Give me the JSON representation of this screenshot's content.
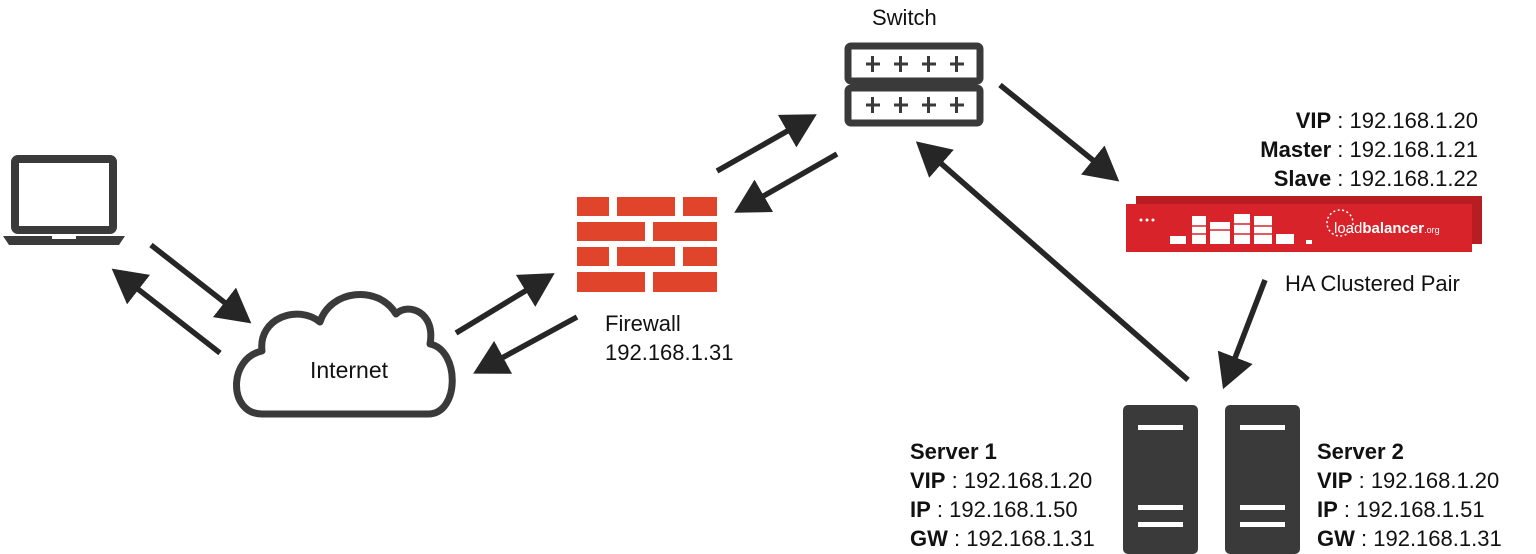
{
  "nodes": {
    "switch": {
      "label": "Switch"
    },
    "internet": {
      "label": "Internet"
    },
    "firewall": {
      "label": "Firewall",
      "ip": "192.168.1.31"
    },
    "load_balancer": {
      "brand_light": "load",
      "brand_bold": "balancer",
      "brand_suffix": ".org",
      "caption": "HA Clustered Pair",
      "vip": {
        "key": "VIP",
        "value": "192.168.1.20"
      },
      "master": {
        "key": "Master",
        "value": "192.168.1.21"
      },
      "slave": {
        "key": "Slave",
        "value": "192.168.1.22"
      }
    },
    "server1": {
      "title": "Server 1",
      "vip": {
        "key": "VIP",
        "value": "192.168.1.20"
      },
      "ip": {
        "key": "IP",
        "value": "192.168.1.50"
      },
      "gw": {
        "key": "GW",
        "value": "192.168.1.31"
      }
    },
    "server2": {
      "title": "Server 2",
      "vip": {
        "key": "VIP",
        "value": "192.168.1.20"
      },
      "ip": {
        "key": "IP",
        "value": "192.168.1.51"
      },
      "gw": {
        "key": "GW",
        "value": "192.168.1.31"
      }
    }
  },
  "colors": {
    "icon": "#3a3a3a",
    "arrow": "#262626",
    "firewall": "#e0452b",
    "appliance": "#d9232a"
  },
  "icons": [
    "laptop-icon",
    "cloud-icon",
    "firewall-icon",
    "switch-icon",
    "load-balancer-icon",
    "server-icon"
  ]
}
